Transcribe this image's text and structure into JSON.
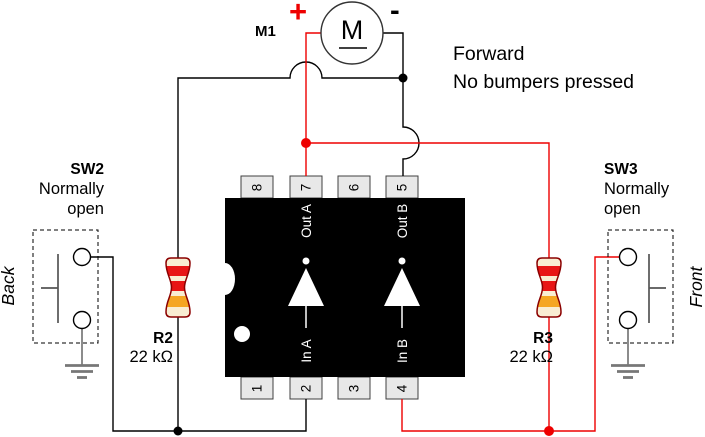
{
  "note": {
    "line1": "Forward",
    "line2": "No bumpers pressed"
  },
  "motor": {
    "label": "M1",
    "symbol": "M",
    "plus": "+",
    "minus": "-"
  },
  "ic": {
    "top_pins": [
      "8",
      "7",
      "6",
      "5"
    ],
    "bottom_pins": [
      "1",
      "2",
      "3",
      "4"
    ],
    "signals": {
      "out_a": "Out A",
      "out_b": "Out B",
      "in_a": "In A",
      "in_b": "In B"
    }
  },
  "switches": {
    "sw2": {
      "name": "SW2",
      "state_line1": "Normally",
      "state_line2": "open",
      "side": "Back"
    },
    "sw3": {
      "name": "SW3",
      "state_line1": "Normally",
      "state_line2": "open",
      "side": "Front"
    }
  },
  "resistors": {
    "r2": {
      "name": "R2",
      "value": "22 kΩ"
    },
    "r3": {
      "name": "R3",
      "value": "22 kΩ"
    }
  },
  "colors": {
    "wire_active": "#ee0000",
    "wire_neutral": "#000000",
    "resistor_body": "#f9edd2",
    "resistor_outline": "#8b0000",
    "band_red": "#e81515",
    "band_orange": "#f5a623",
    "pin_tab": "#e8e8e8",
    "ic_body": "#000000",
    "ground_gray": "#777777"
  }
}
